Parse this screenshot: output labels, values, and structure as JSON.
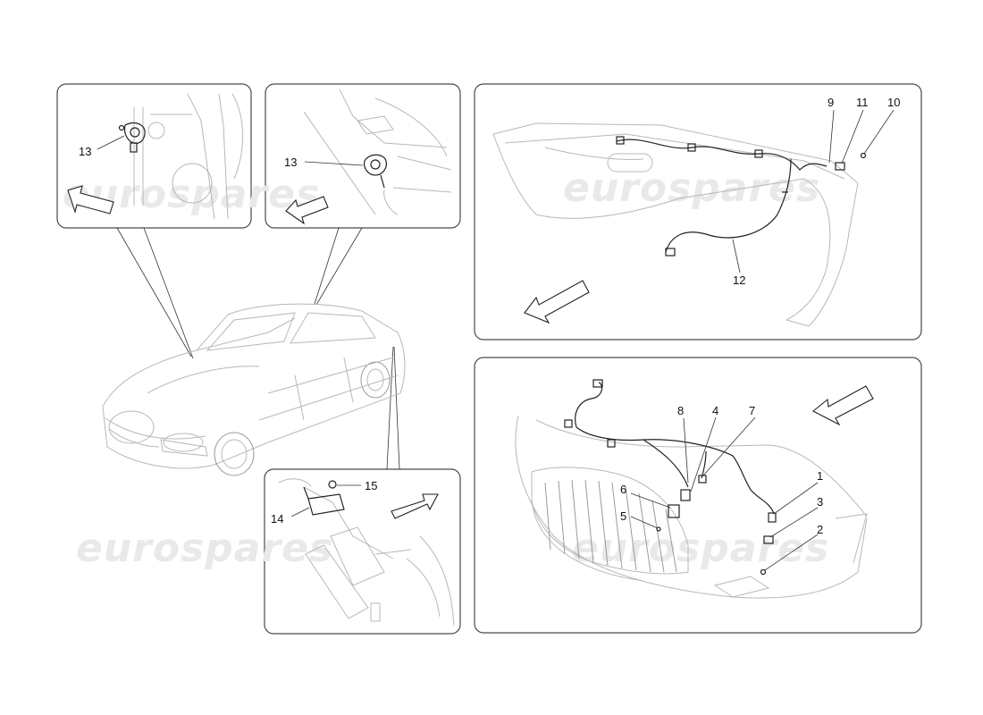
{
  "watermark": "eurospares",
  "callouts": {
    "p1_13": "13",
    "p2_13": "13",
    "rear_9": "9",
    "rear_11": "11",
    "rear_10": "10",
    "rear_12": "12",
    "front_8": "8",
    "front_4": "4",
    "front_7": "7",
    "front_6": "6",
    "front_5": "5",
    "front_1": "1",
    "front_3": "3",
    "front_2": "2",
    "mod_15": "15",
    "mod_14": "14"
  }
}
